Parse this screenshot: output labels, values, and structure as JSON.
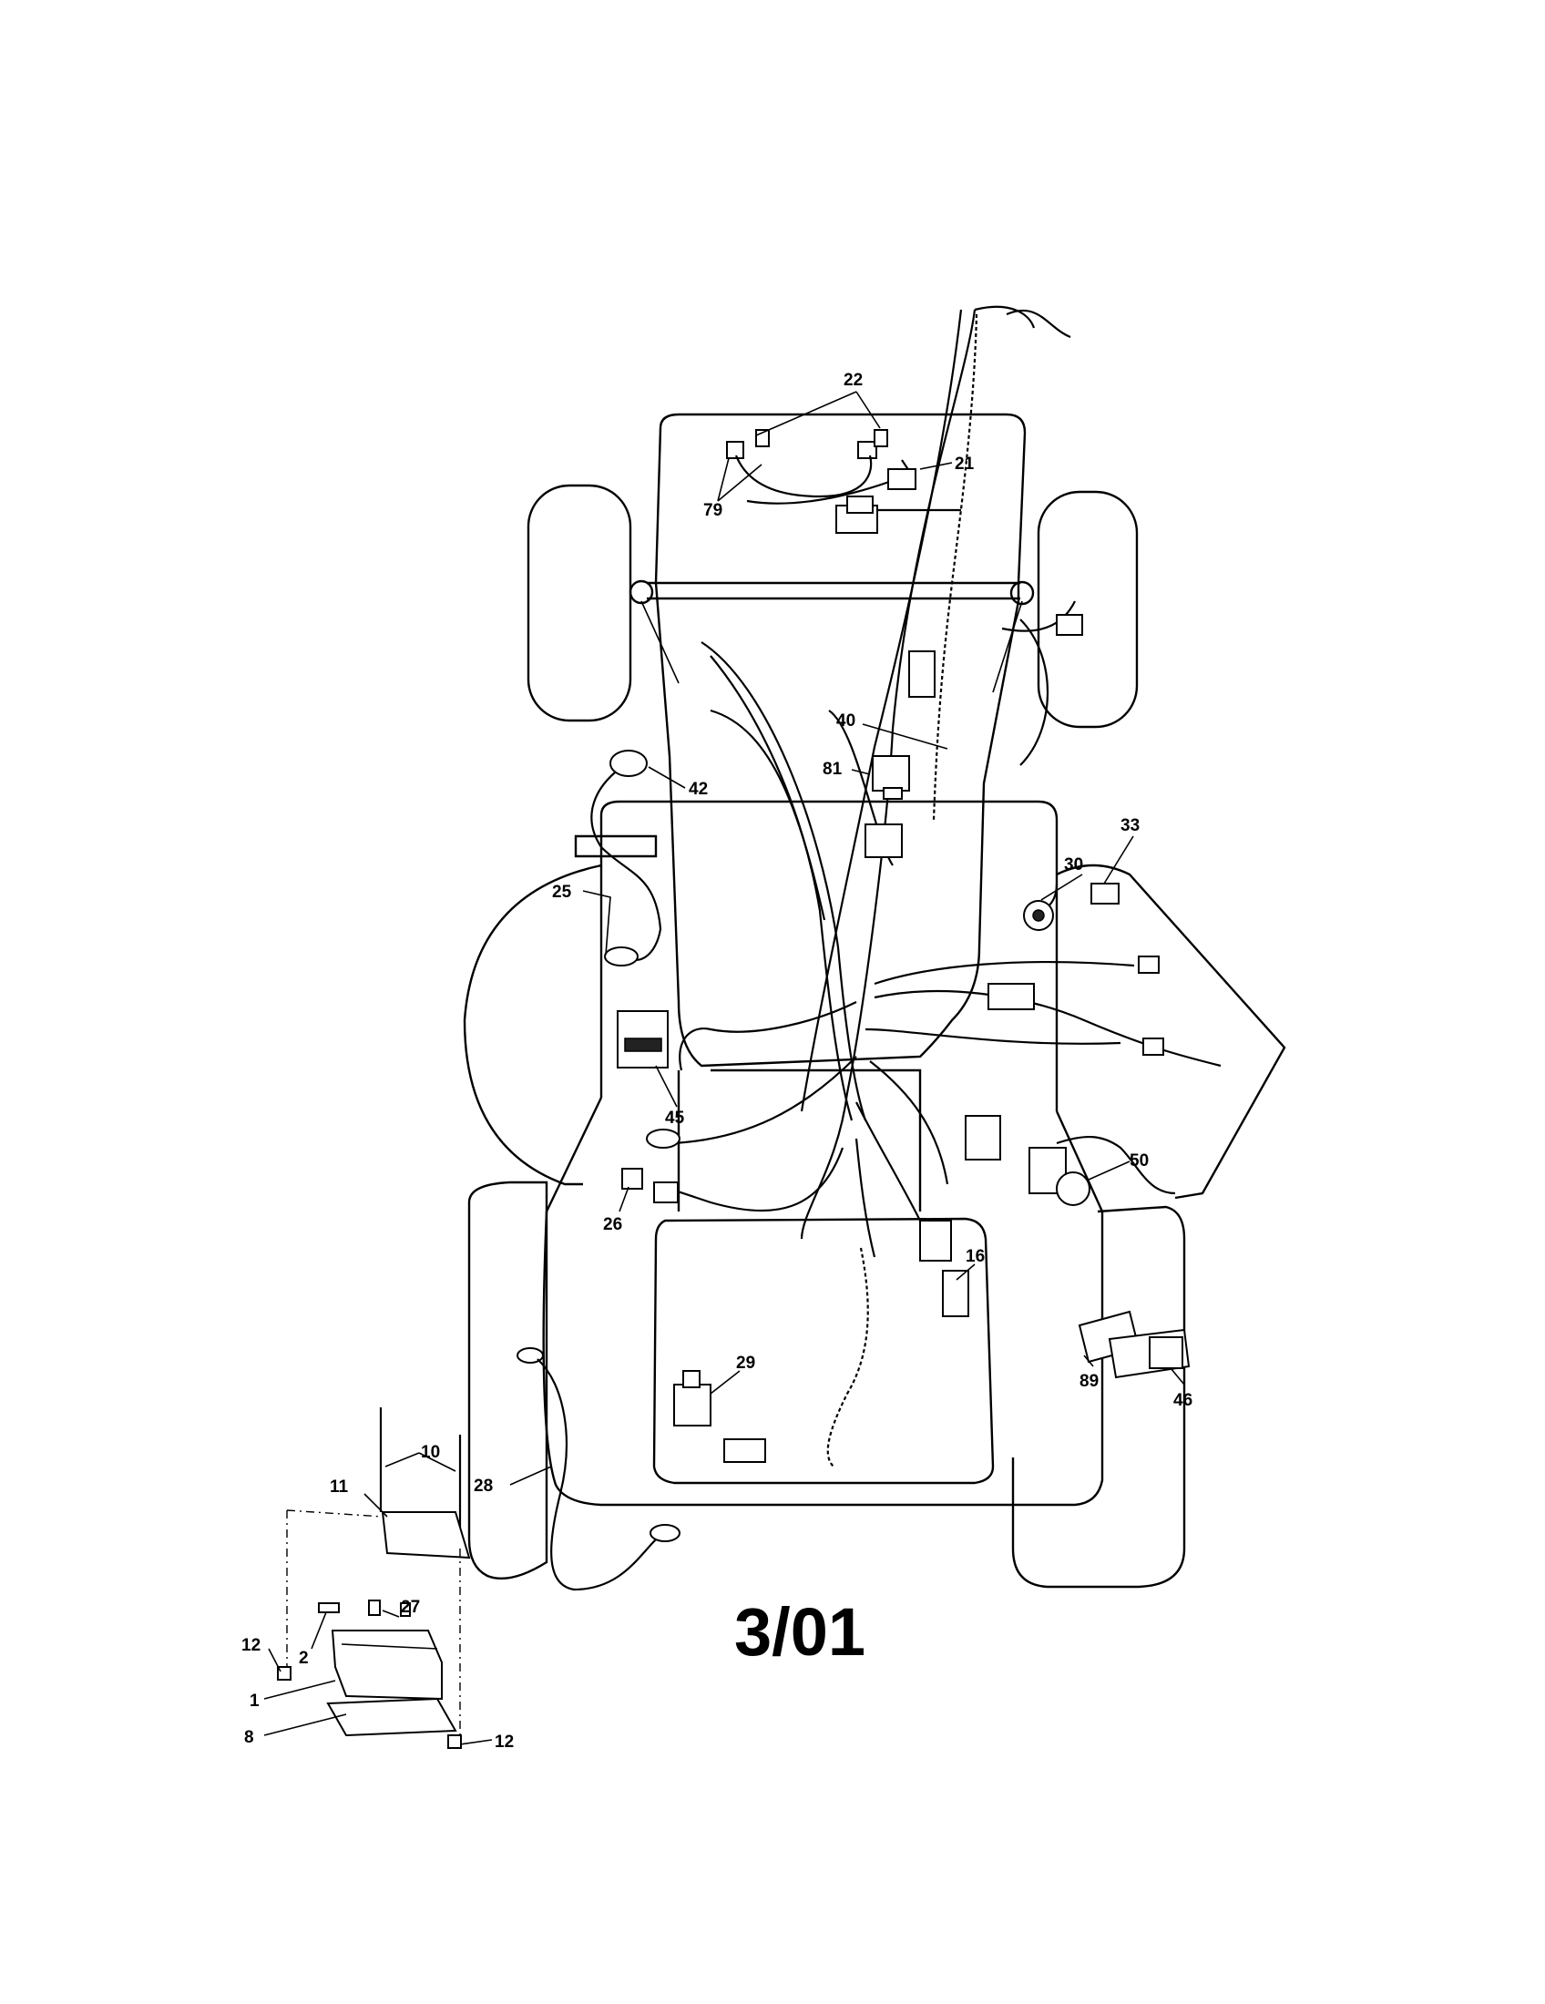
{
  "diagram": {
    "date_code": "3/01",
    "callouts": {
      "c22": "22",
      "c21": "21",
      "c79": "79",
      "c40": "40",
      "c81": "81",
      "c42": "42",
      "c25": "25",
      "c33": "33",
      "c30": "30",
      "c45": "45",
      "c50": "50",
      "c26": "26",
      "c16": "16",
      "c29": "29",
      "c89": "89",
      "c46": "46",
      "c10": "10",
      "c11": "11",
      "c28": "28",
      "c27": "27",
      "c2": "2",
      "c12a": "12",
      "c1": "1",
      "c8": "8",
      "c12b": "12"
    }
  }
}
